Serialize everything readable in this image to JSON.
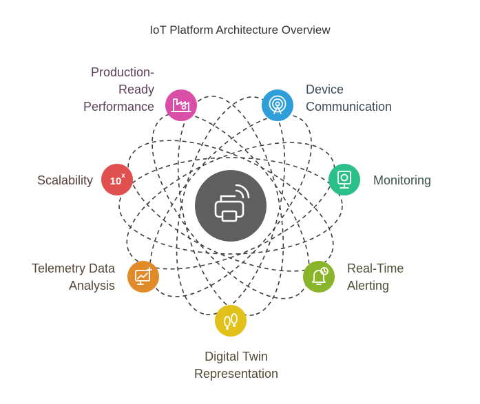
{
  "title": "IoT Platform Architecture Overview",
  "center": {
    "icon": "printer-wifi-icon",
    "color": "#5f5f5f"
  },
  "nodes": [
    {
      "id": "production-ready-performance",
      "label_lines": [
        "Production-",
        "Ready",
        "Performance"
      ],
      "icon": "factory-icon",
      "color": "#d94fa8",
      "text_color": "#5a3f56"
    },
    {
      "id": "device-communication",
      "label_lines": [
        "Device",
        "Communication"
      ],
      "icon": "antenna-signal-icon",
      "color": "#2e9fd8",
      "text_color": "#3a4b57"
    },
    {
      "id": "monitoring",
      "label_lines": [
        "Monitoring"
      ],
      "icon": "monitor-camera-icon",
      "color": "#2bbf8a",
      "text_color": "#3b5248"
    },
    {
      "id": "real-time-alerting",
      "label_lines": [
        "Real-Time",
        "Alerting"
      ],
      "icon": "alert-bell-icon",
      "color": "#8ab52b",
      "text_color": "#4a5138"
    },
    {
      "id": "digital-twin-representation",
      "label_lines": [
        "Digital Twin",
        "Representation"
      ],
      "icon": "footprints-icon",
      "color": "#e3c11b",
      "text_color": "#4f4a36"
    },
    {
      "id": "telemetry-data-analysis",
      "label_lines": [
        "Telemetry Data",
        "Analysis"
      ],
      "icon": "analytics-chart-icon",
      "color": "#e08a2a",
      "text_color": "#54473a"
    },
    {
      "id": "scalability",
      "label_lines": [
        "Scalability"
      ],
      "icon": "ten-x-icon",
      "color": "#e0504e",
      "text_color": "#573c3c"
    }
  ]
}
